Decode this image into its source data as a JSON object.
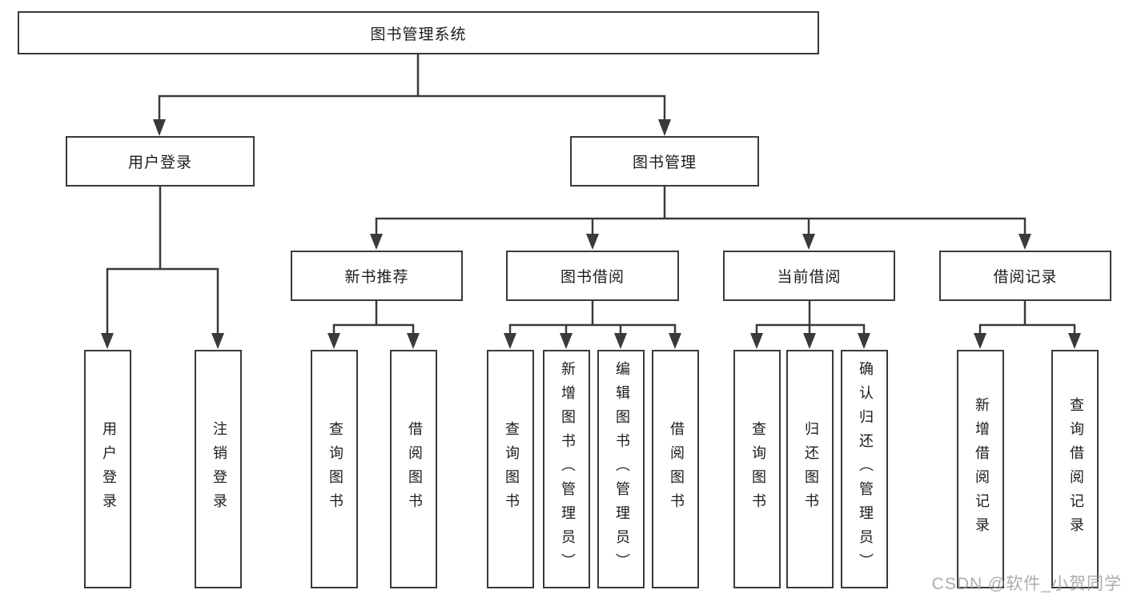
{
  "tree": {
    "root": {
      "label": "图书管理系统"
    },
    "login": {
      "label": "用户登录",
      "children": [
        {
          "label": "用户登录"
        },
        {
          "label": "注销登录"
        }
      ]
    },
    "management": {
      "label": "图书管理",
      "groups": [
        {
          "label": "新书推荐",
          "children": [
            {
              "label": "查询图书"
            },
            {
              "label": "借阅图书"
            }
          ]
        },
        {
          "label": "图书借阅",
          "children": [
            {
              "label": "查询图书"
            },
            {
              "label": "新增图书（管理员）"
            },
            {
              "label": "编辑图书（管理员）"
            },
            {
              "label": "借阅图书"
            }
          ]
        },
        {
          "label": "当前借阅",
          "children": [
            {
              "label": "查询图书"
            },
            {
              "label": "归还图书"
            },
            {
              "label": "确认归还（管理员）"
            }
          ]
        },
        {
          "label": "借阅记录",
          "children": [
            {
              "label": "新增借阅记录"
            },
            {
              "label": "查询借阅记录"
            }
          ]
        }
      ]
    }
  },
  "watermark": {
    "text": "CSDN @软件_小贺同学"
  },
  "colors": {
    "line": "#3a3a3a",
    "text": "#1c1c1c",
    "box_fill": "#ffffff",
    "background": "#ffffff",
    "watermark": "#9e9e9e"
  }
}
